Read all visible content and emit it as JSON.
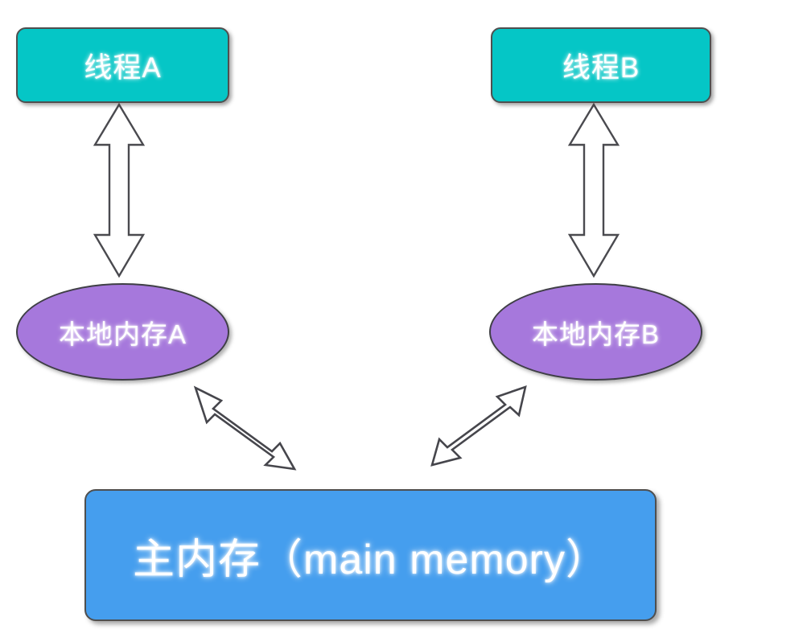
{
  "diagram": {
    "title": "Java Memory Model (JMM) abstract structure",
    "background_color": "#ffffff",
    "nodes": {
      "thread_a": {
        "label": "线程A",
        "shape": "rounded-rectangle",
        "fill_color": "#05c6c6",
        "text_color": "#ffffff",
        "border_color": "#4f4f4f"
      },
      "thread_b": {
        "label": "线程B",
        "shape": "rounded-rectangle",
        "fill_color": "#05c6c6",
        "text_color": "#ffffff",
        "border_color": "#4f4f4f"
      },
      "local_memory_a": {
        "label": "本地内存A",
        "shape": "ellipse",
        "fill_color": "#a678dc",
        "text_color": "#ffffff",
        "border_color": "#3f3f46"
      },
      "local_memory_b": {
        "label": "本地内存B",
        "shape": "ellipse",
        "fill_color": "#a678dc",
        "text_color": "#ffffff",
        "border_color": "#3f3f46"
      },
      "main_memory": {
        "label": "主内存（main memory）",
        "shape": "rounded-rectangle",
        "fill_color": "#459eee",
        "text_color": "#ffffff",
        "border_color": "#4f4f4f"
      }
    },
    "connectors": [
      {
        "name": "thread-a-to-local-memory-a",
        "from": "线程A",
        "to": "本地内存A",
        "style": "double-headed-block-arrow",
        "orientation": "vertical",
        "fill_color": "#ffffff",
        "stroke_color": "#4a4a4f"
      },
      {
        "name": "thread-b-to-local-memory-b",
        "from": "线程B",
        "to": "本地内存B",
        "style": "double-headed-block-arrow",
        "orientation": "vertical",
        "fill_color": "#ffffff",
        "stroke_color": "#4a4a4f"
      },
      {
        "name": "local-memory-a-to-main-memory",
        "from": "本地内存A",
        "to": "主内存（main memory）",
        "style": "double-headed-block-arrow",
        "orientation": "diagonal-down-right",
        "fill_color": "#ffffff",
        "stroke_color": "#46464c"
      },
      {
        "name": "local-memory-b-to-main-memory",
        "from": "本地内存B",
        "to": "主内存（main memory）",
        "style": "double-headed-block-arrow",
        "orientation": "diagonal-down-left",
        "fill_color": "#ffffff",
        "stroke_color": "#46464c"
      }
    ]
  }
}
